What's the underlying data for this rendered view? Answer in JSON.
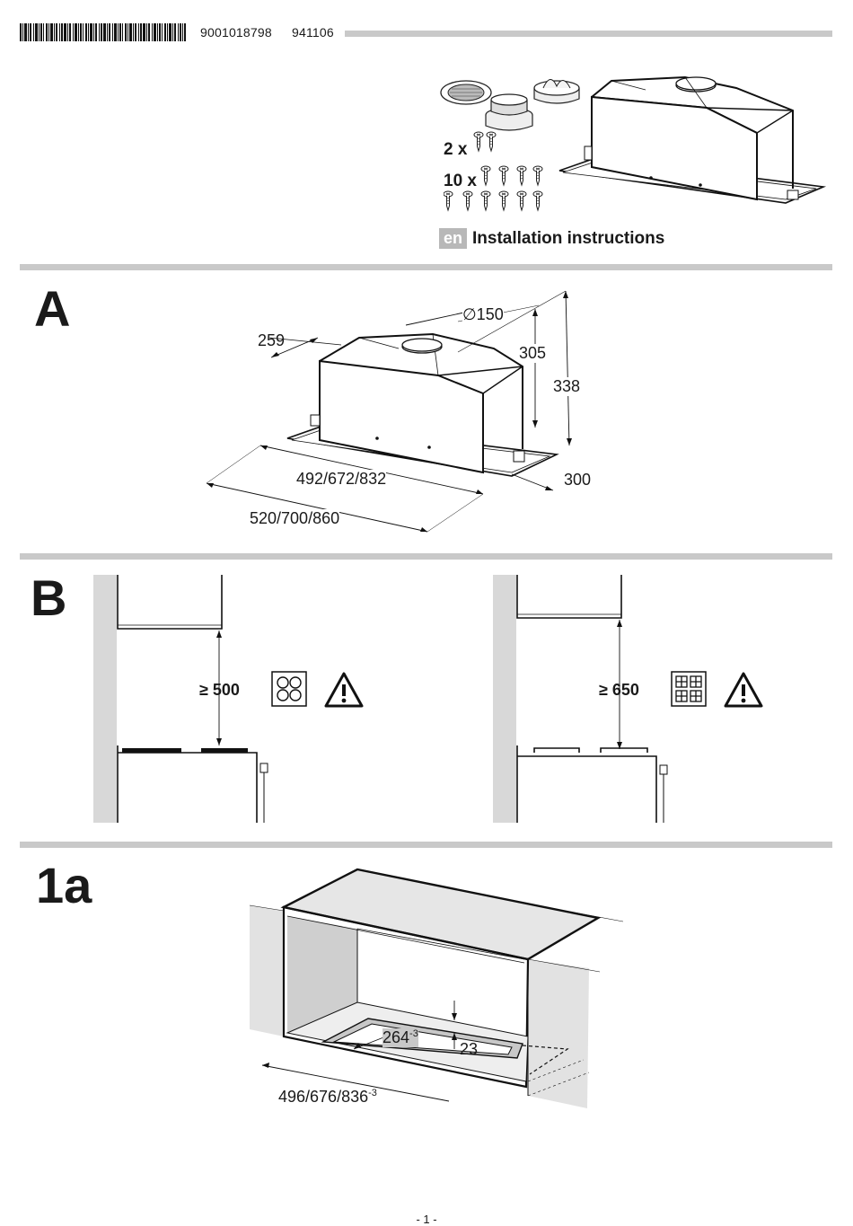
{
  "header": {
    "code1": "9001018798",
    "code2": "941106"
  },
  "accessories": {
    "qty_small": "2 x",
    "qty_large": "10 x"
  },
  "title": {
    "lang": "en",
    "text": "Installation instructions"
  },
  "section_a": {
    "label": "A",
    "dims": {
      "diameter": "∅150",
      "depth_top": "259",
      "height_body": "305",
      "height_total": "338",
      "width_inner": "492/672/832",
      "width_outer": "520/700/860",
      "depth": "300"
    }
  },
  "section_b": {
    "label": "B",
    "left_distance": "≥ 500",
    "right_distance": "≥ 650"
  },
  "section_1a": {
    "label": "1a",
    "cutout_depth": "264",
    "cutout_depth_tol": "-3",
    "offset": "23",
    "cutout_width": "496/676/836",
    "cutout_width_tol": "-3"
  },
  "footer": {
    "page": "- 1 -"
  }
}
